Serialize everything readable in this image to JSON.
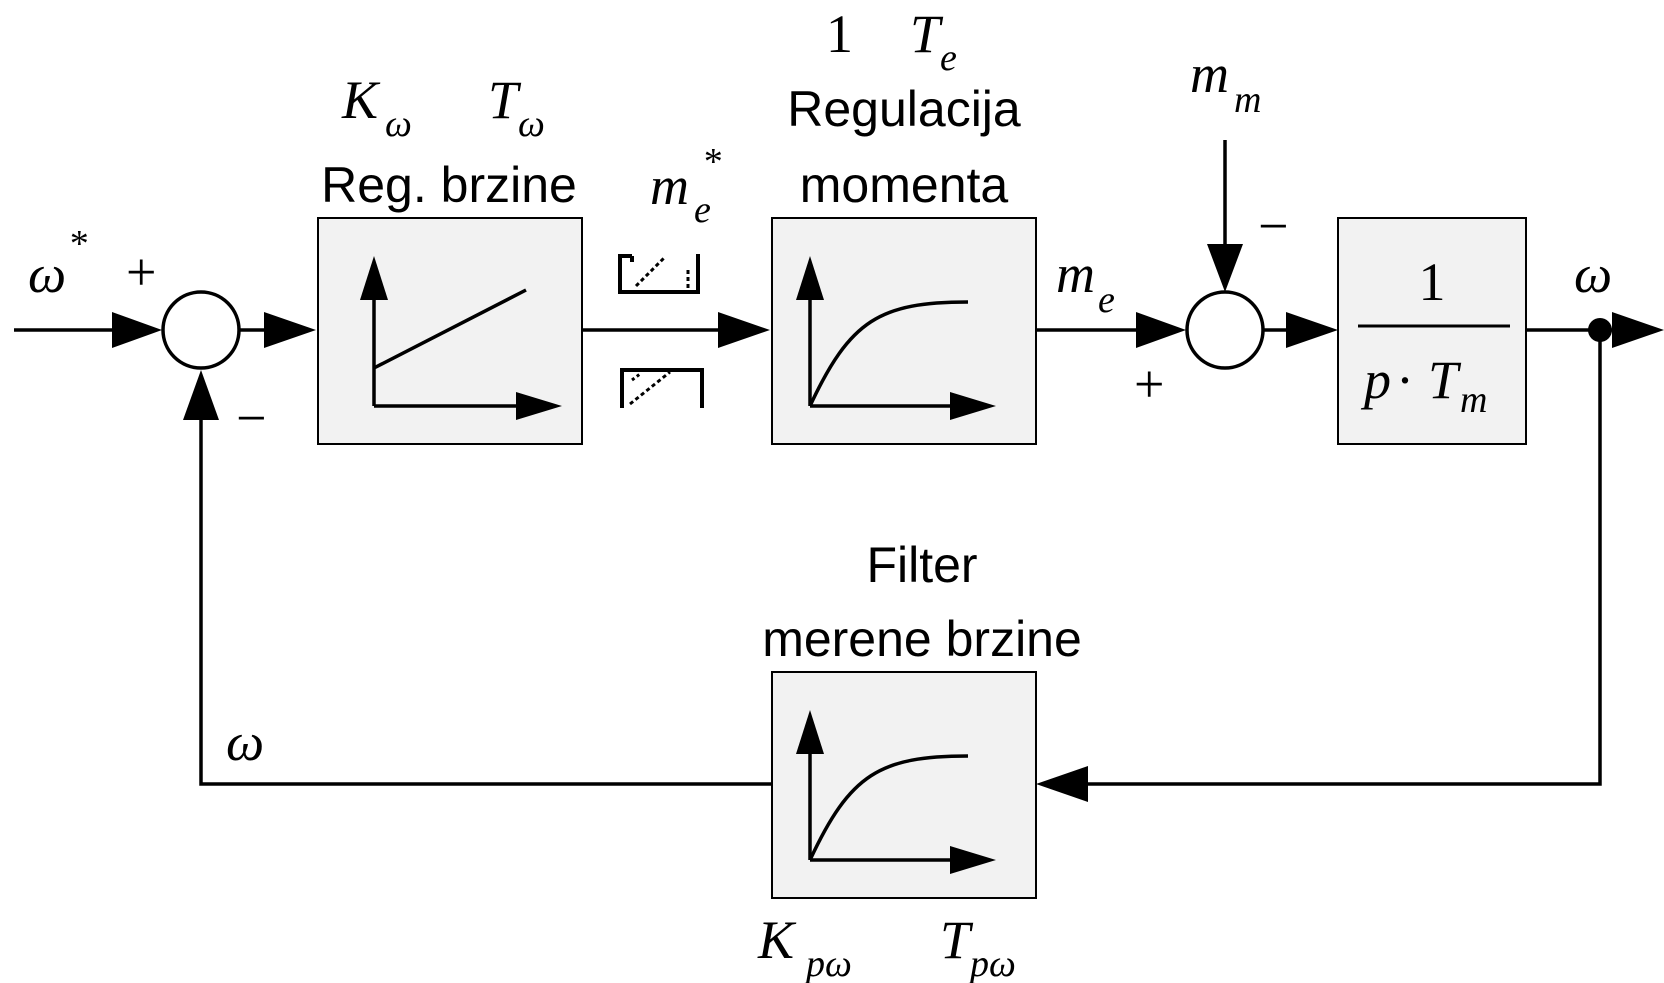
{
  "input": {
    "symbol": "ω",
    "sup": "*"
  },
  "summing_junction_1": {
    "plus": "+",
    "minus": "−"
  },
  "speed_controller": {
    "title": "Reg. brzine",
    "param_k": "K",
    "param_k_sub": "ω",
    "param_t": "T",
    "param_t_sub": "ω"
  },
  "torque_reference": {
    "symbol": "m",
    "sub": "e",
    "sup": "*"
  },
  "torque_regulation": {
    "title_line1": "Regulacija",
    "title_line2": "momenta",
    "param_gain": "1",
    "param_t": "T",
    "param_t_sub": "e"
  },
  "electromagnetic_torque": {
    "symbol": "m",
    "sub": "e"
  },
  "load_torque": {
    "symbol": "m",
    "sub": "m"
  },
  "summing_junction_2": {
    "plus": "+",
    "minus": "−"
  },
  "mechanical_block": {
    "numerator": "1",
    "denominator_p": "p",
    "denominator_dot": "·",
    "denominator_t": "T",
    "denominator_sub": "m"
  },
  "output": {
    "symbol": "ω"
  },
  "feedback_filter": {
    "title_line1": "Filter",
    "title_line2": "merene brzine",
    "param_k": "K",
    "param_k_sub": "pω",
    "param_t": "T",
    "param_t_sub": "pω"
  },
  "feedback_signal": {
    "symbol": "ω"
  }
}
